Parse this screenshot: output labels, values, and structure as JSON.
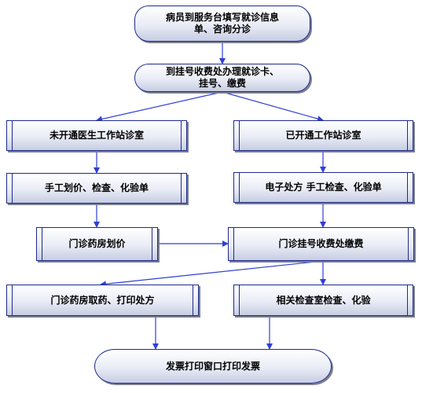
{
  "diagram": {
    "nodes": {
      "fill_form": "病员到服务台填写就诊信息\n单、咨询分诊",
      "register_pay": "到挂号收费处办理就诊卡、\n挂号、缴费",
      "clinic_not_open": "未开通医生工作站诊室",
      "clinic_open": "已开通工作站诊室",
      "manual_orders": "手工划价、检查、化验单",
      "electronic_orders": "电子处方  手工检查、化验单",
      "pharmacy_price": "门诊药房划价",
      "outpatient_pay": "门诊挂号收费处缴费",
      "pharmacy_dispense": "门诊药房取药、打印处方",
      "lab_exam": "相关检查室检查、化验",
      "invoice_print": "发票打印窗口打印发票"
    },
    "colors": {
      "border": "#1f2a8a",
      "arrow": "#2f3fd6",
      "shadow": "#7b7f8f",
      "fill_top": "#ffffff",
      "fill_bottom": "#c7cde2"
    }
  }
}
